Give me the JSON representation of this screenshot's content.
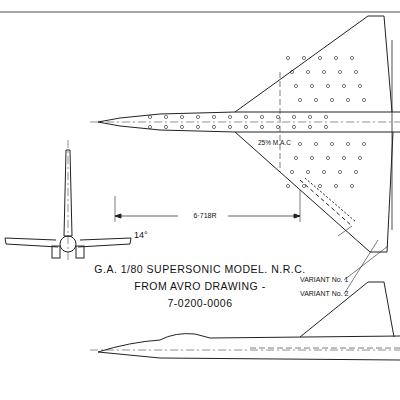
{
  "diagram": {
    "labels": [
      "G.A. 1/80 SUPERSONIC MODEL. N.R.C.",
      "FROM AVRO DRAWING -",
      "7-0200-0006",
      "25% M.A.C",
      "6·718R",
      "VARIANT No. 1",
      "VARIANT No. 2",
      "14°"
    ]
  }
}
